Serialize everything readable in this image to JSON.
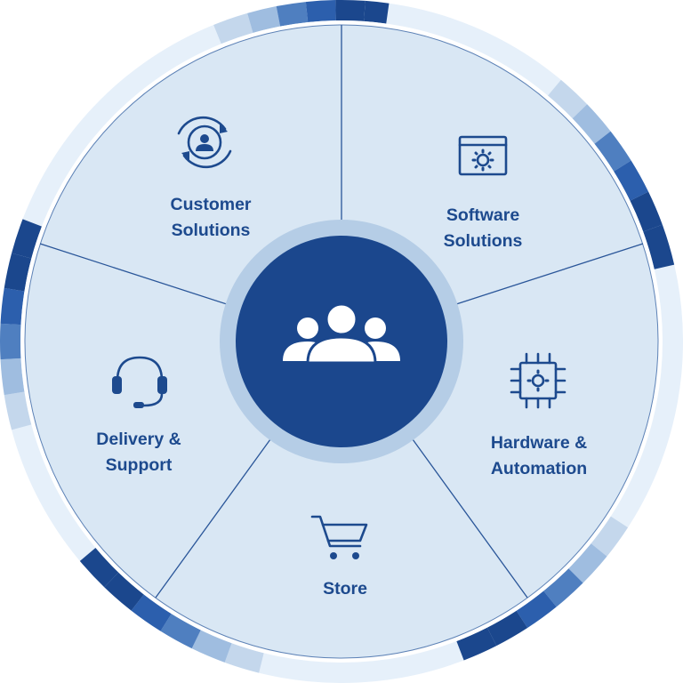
{
  "diagram": {
    "segments": [
      {
        "id": "customer",
        "icon": "customer-cycle-icon",
        "lines": [
          "Customer",
          "Solutions"
        ]
      },
      {
        "id": "software",
        "icon": "app-window-gear-icon",
        "lines": [
          "Software",
          "Solutions"
        ]
      },
      {
        "id": "hardware",
        "icon": "chip-gear-icon",
        "lines": [
          "Hardware &",
          "Automation"
        ]
      },
      {
        "id": "store",
        "icon": "shopping-cart-icon",
        "lines": [
          "Store"
        ]
      },
      {
        "id": "delivery",
        "icon": "headset-icon",
        "lines": [
          "Delivery &",
          "Support"
        ]
      }
    ],
    "hub_icon": "user-group-icon",
    "colors": {
      "segment_fill": "#d9e7f4",
      "outer_ring": "#e6f0fa",
      "dark_blue": "#1b478d",
      "text_blue": "#1d4a8e",
      "hub_ring": "#b5cde6"
    }
  }
}
